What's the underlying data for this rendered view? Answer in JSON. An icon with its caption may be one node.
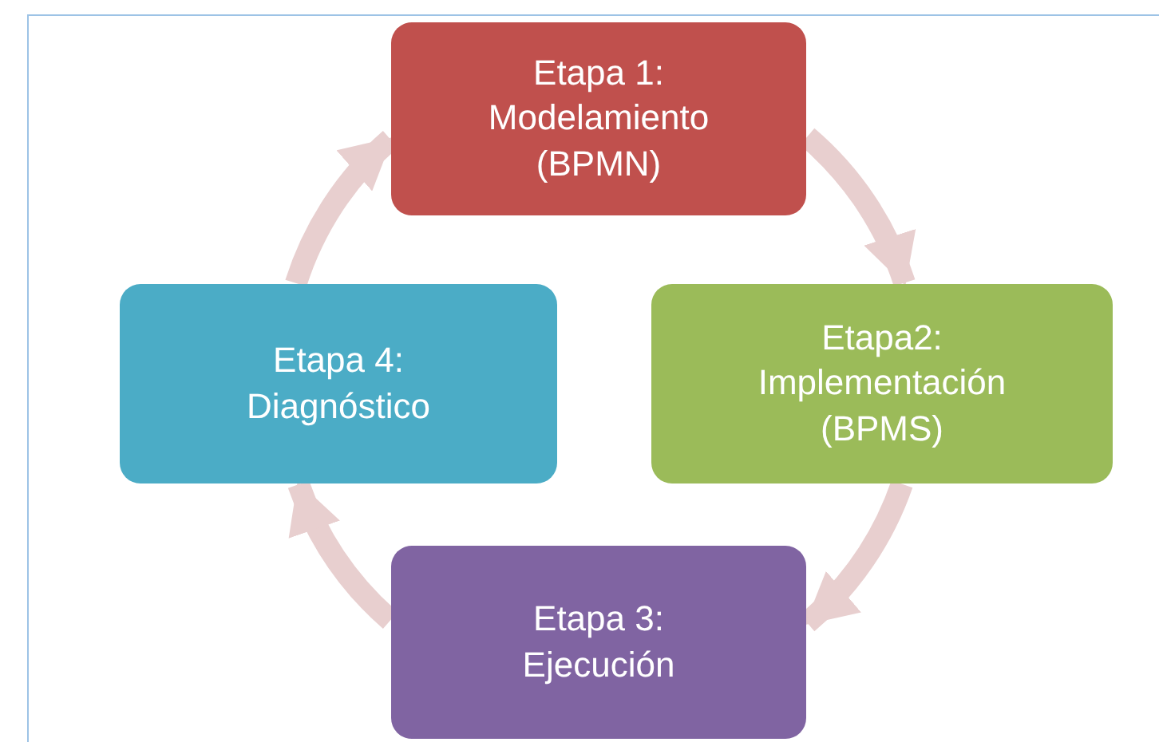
{
  "diagram": {
    "nodes": [
      {
        "text": [
          "Etapa 1: Modelamiento (BPMN)"
        ]
      },
      {
        "text": [
          "Etapa2: Implementación (BPMS)"
        ]
      },
      {
        "text": [
          "Etapa 3: Ejecución"
        ]
      },
      {
        "text": [
          "Etapa 4: Diagnóstico"
        ]
      }
    ],
    "edges": [
      {
        "from": 0,
        "to": 1,
        "arrow": "to"
      },
      {
        "from": 1,
        "to": 2,
        "arrow": "to"
      },
      {
        "from": 2,
        "to": 3,
        "arrow": "to"
      },
      {
        "from": 3,
        "to": 0,
        "arrow": "to"
      }
    ]
  }
}
